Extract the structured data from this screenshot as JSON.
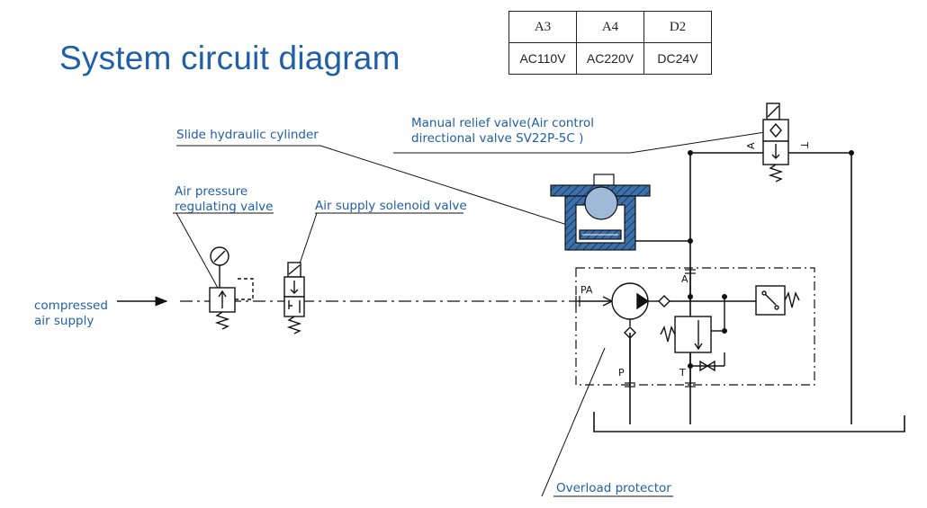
{
  "title": "System circuit diagram",
  "voltage_table": {
    "headers": [
      "A3",
      "A4",
      "D2"
    ],
    "values": [
      "AC110V",
      "AC220V",
      "DC24V"
    ]
  },
  "labels": {
    "manual_relief_line1": "Manual relief valve(Air control",
    "manual_relief_line2": "directional valve SV22P-5C )",
    "slide_cylinder": "Slide hydraulic cylinder",
    "air_pressure_line1": "Air pressure",
    "air_pressure_line2": "regulating valve",
    "air_supply_solenoid": "Air supply solenoid valve",
    "compressed_line1": "compressed",
    "compressed_line2": "air supply",
    "overload_protector": "Overload protector"
  },
  "ports": {
    "pa": "PA",
    "a_upper": "A",
    "p_lower": "P",
    "t_lower": "T",
    "a_valve": "A",
    "t_valve": "T"
  },
  "colors": {
    "label": "#1f5fa8",
    "line": "#111111",
    "hatch_fill": "#3d6fa8"
  }
}
